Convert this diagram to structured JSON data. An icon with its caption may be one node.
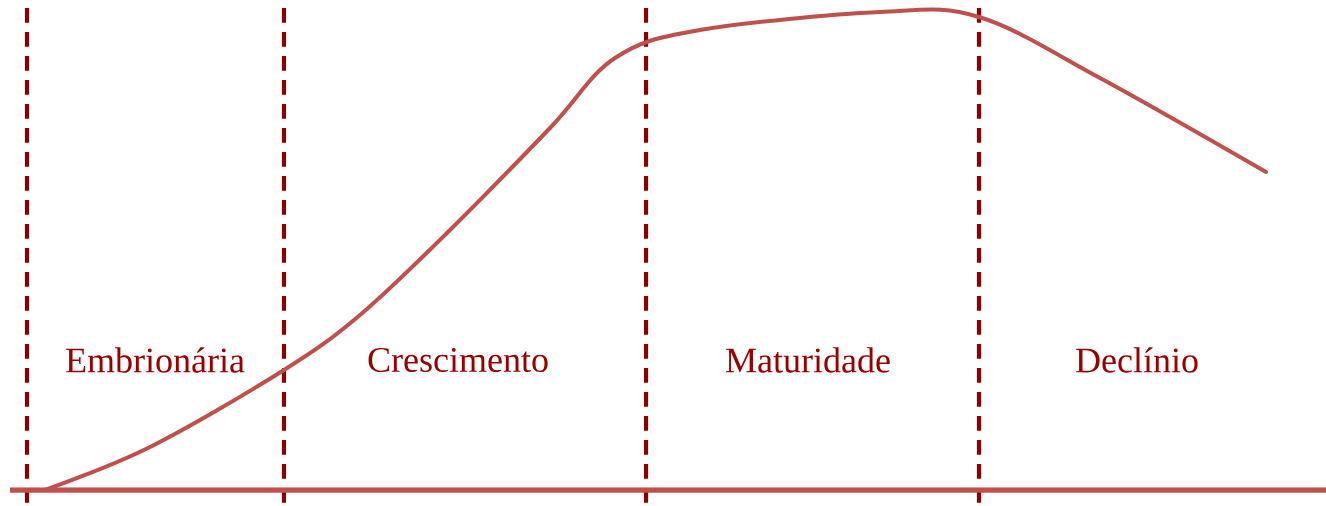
{
  "diagram": {
    "labels": [
      "Embrionária",
      "Crescimento",
      "Maturidade",
      "Declínio"
    ]
  }
}
